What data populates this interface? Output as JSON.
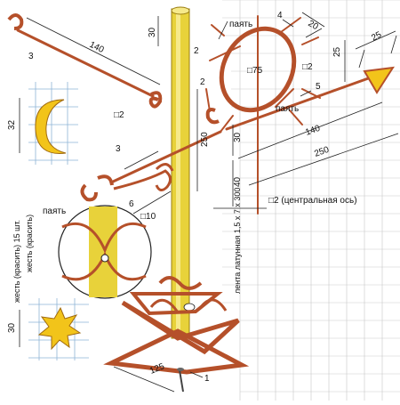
{
  "colors": {
    "pole": "#e8d23a",
    "pole_dark": "#b89a18",
    "metal": "#b5502a",
    "metal_light": "#d9774a",
    "sun": "#f2c41a",
    "tile": "#8fb5d6",
    "bg_grid": "#d8d8d8"
  },
  "labels": {
    "lbl_3_top": "3",
    "lbl_140_top": "140",
    "lbl_30_top": "30",
    "lbl_paint_top": "пaять",
    "lbl_4": "4",
    "lbl_20": "20",
    "lbl_25_right": "25",
    "lbl_25_mid": "25",
    "lbl_sq75": "□75",
    "lbl_2_top": "2",
    "lbl_sq2_top": "□2",
    "lbl_sq2_left": "□2",
    "lbl_5": "5",
    "lbl_paint_mid": "пaять",
    "lbl_32": "32",
    "lbl_30_mid": "30",
    "lbl_250_pole": "250",
    "lbl_140_arrow": "140",
    "lbl_250_arrow": "250",
    "lbl_3_mid": "3",
    "lbl_40": "40",
    "lbl_6": "6",
    "lbl_sq10": "□10",
    "lbl_sq2_axis": "□2 (центральная ось)",
    "lbl_paint_left": "пaять",
    "lbl_tin_paint": "жесть (красить)",
    "lbl_tin_paint_15": "жесть (красить) 15 шт.",
    "lbl_strip": "лента латунная 1,5 x 7 x 300",
    "lbl_30_sun": "30",
    "lbl_125": "125",
    "lbl_1": "1"
  },
  "icons": {
    "hook": "hook-s-icon",
    "moon": "crescent-moon-icon",
    "sun": "sun-icon",
    "arrow": "arrow-vane-icon",
    "screw": "screw-icon"
  }
}
